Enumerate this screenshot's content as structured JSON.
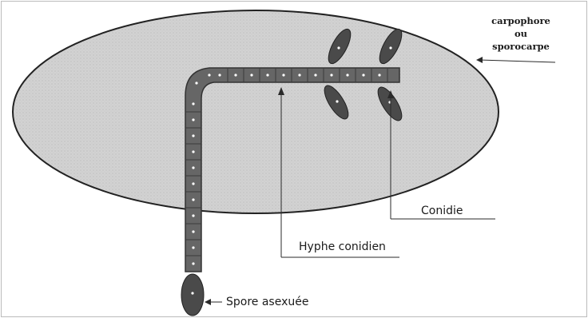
{
  "diagram": {
    "labels": {
      "carpophore_line1": "carpophore",
      "carpophore_line2": "ou",
      "carpophore_line3": "sporocarpe",
      "conidie": "Conidie",
      "hyphe": "Hyphe conidien",
      "spore": "Spore asexuée"
    },
    "colors": {
      "ellipse_fill": "#cfcfcf",
      "hypha_fill": "#666666",
      "spore_fill": "#4a4a4a",
      "line": "#2a2a2a"
    },
    "icons": {
      "arrow": "arrow-icon"
    }
  }
}
